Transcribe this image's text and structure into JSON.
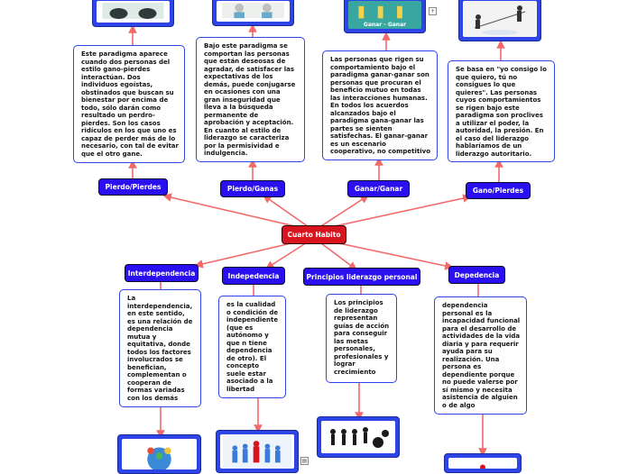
{
  "central": {
    "label": "Cuarto Habito"
  },
  "top_nodes": [
    {
      "label": "Pierdo/Pierdes"
    },
    {
      "label": "Pierdo/Ganas"
    },
    {
      "label": "Ganar/Ganar"
    },
    {
      "label": "Gano/Pierdes"
    }
  ],
  "top_texts": [
    "Este paradigma aparece cuando dos personas del estilo gano-pierdes interactúan. Dos individuos egoístas, obstinados que buscan su bienestar por encima de todo, sólo darán como resultado un perdro-pierdes. Son los casos ridículos en los que uno es capaz de perder más de lo necesario, con tal de evitar que el otro gane.",
    "Bajo este paradigma se comportan las personas que están deseosas de agradar, de satisfacer las expectativas de los demás, puede conjugarse en ocasiones con una gran inseguridad que lleva a la búsqueda permanente de aprobación y aceptación. En cuanto al estilo de liderazgo se caracteriza por la permisividad e indulgencia.",
    "Las personas que rigen su comportamiento bajo el paradigma ganar-ganar son personas que procuran el beneficio mutuo en todas las interacciones humanas. En todos los acuerdos alcanzados bajo el paradigma gana-ganar las partes se sienten satisfechas. El ganar-ganar es un escenario cooperativo, no competitivo",
    "Se basa en \"yo consigo lo que quiero, tú no consigues lo que quieres\". Las personas cuyos comportamientos se rigen bajo este paradigma son proclives a utilizar el poder, la autoridad, la presión. En el caso del liderazgo hablaríamos de un liderazgo autoritario."
  ],
  "top_image_caption": "Ganar - Ganar",
  "bottom_nodes": [
    {
      "label": "Interdependencia"
    },
    {
      "label": "Indepedencia"
    },
    {
      "label": "Principios liderazgo personal"
    },
    {
      "label": "Depedencia"
    }
  ],
  "bottom_texts": [
    "La interdependencia, en este sentido, es una relación de dependencia mutua y equitativa, donde todos los factores involucrados se benefician, complementan o cooperan de formas variadas con los demás",
    "es la cualidad o condición de independiente (que es autónomo y que n tiene dependencia de otro). El concepto suele estar asociado a la libertad",
    "Los principios de liderazgo representan guías de acción para conseguir las metas personales, profesionales y lograr crecimiento",
    "dependencia personal es la incapacidad funcional para el desarrollo de actividades de la vida diaria y para requerir ayuda para su realización. Una persona es dependiente porque no puede valerse por sí mismo y necesita asistencia de alguien o de algo"
  ],
  "colors": {
    "node_blue": "#2a0ff0",
    "central_red": "#d8151f",
    "frame_blue": "#2d45e6",
    "connector": "#f26a6a"
  }
}
